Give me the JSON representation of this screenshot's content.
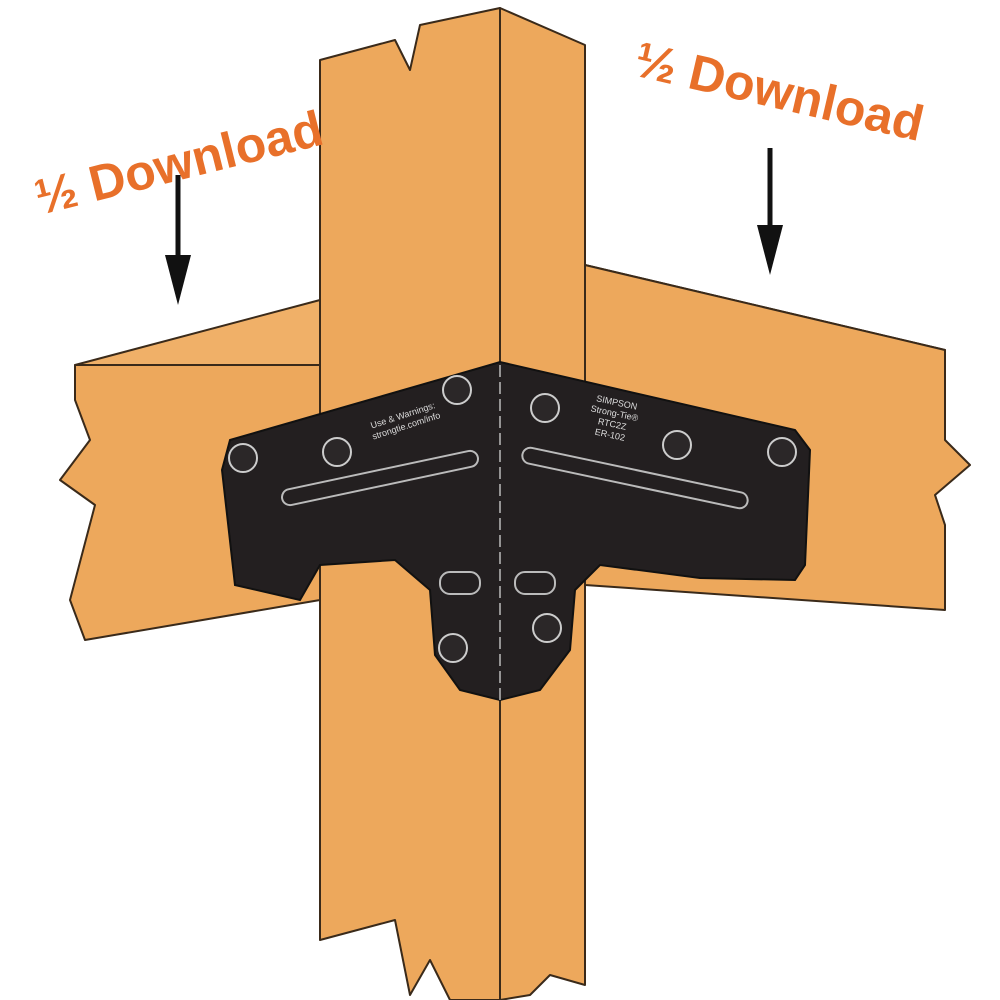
{
  "labels": {
    "left_load": "½ Download",
    "right_load": "½ Download"
  },
  "bracket": {
    "warning_line1": "Use & Warnings:",
    "warning_line2": "strongtie.com/info",
    "brand_line1": "SIMPSON",
    "brand_line2": "Strong-Tie®",
    "model": "RTC2Z",
    "code": "ER-102"
  },
  "colors": {
    "wood": "#EDA85C",
    "label": "#E8702A",
    "bracket": "#231F20"
  }
}
